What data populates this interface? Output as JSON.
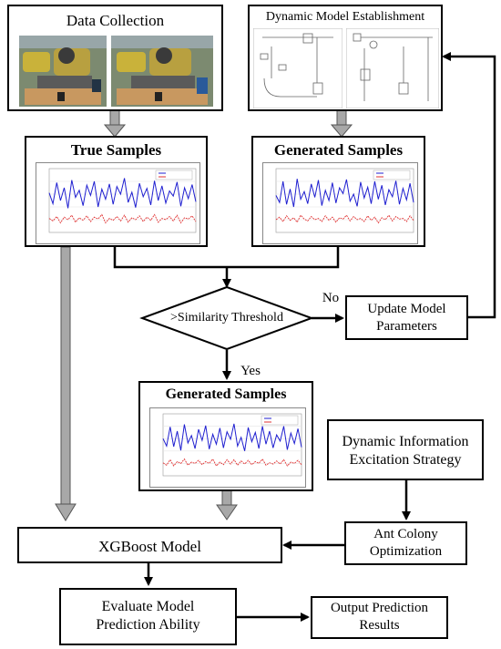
{
  "boxes": {
    "data_collection": "Data Collection",
    "dynamic_model": "Dynamic Model Establishment",
    "true_samples": "True Samples",
    "generated_samples_top": "Generated Samples",
    "update_model_line1": "Update Model",
    "update_model_line2": "Parameters",
    "generated_samples_mid": "Generated Samples",
    "dynamic_info_line1": "Dynamic Information",
    "dynamic_info_line2": "Excitation Strategy",
    "xgboost": "XGBoost Model",
    "ant_colony_line1": "Ant Colony",
    "ant_colony_line2": "Optimization",
    "evaluate_line1": "Evaluate Model",
    "evaluate_line2": "Prediction Ability",
    "output_line1": "Output Prediction",
    "output_line2": "Results"
  },
  "decision": {
    "label": ">Similarity Threshold",
    "no_label": "No",
    "yes_label": "Yes"
  },
  "colors": {
    "line": "#000000",
    "gray_arrow": "#a0a0a0",
    "series_blue": "#1f1fd0",
    "series_red": "#e03030"
  },
  "chart_data": [
    {
      "type": "line",
      "series": [
        {
          "values": [
            0.62,
            0.45,
            0.78,
            0.5,
            0.7,
            0.38,
            0.82,
            0.55,
            0.66,
            0.42,
            0.74,
            0.58,
            0.8,
            0.4,
            0.68,
            0.52,
            0.76,
            0.44,
            0.72,
            0.6,
            0.85,
            0.47,
            0.63,
            0.39,
            0.77,
            0.56,
            0.69,
            0.43,
            0.81,
            0.5,
            0.73,
            0.46,
            0.65,
            0.57,
            0.79,
            0.41,
            0.7,
            0.53,
            0.75,
            0.48
          ]
        },
        {
          "values": [
            0.22,
            0.18,
            0.25,
            0.15,
            0.24,
            0.2,
            0.27,
            0.16,
            0.23,
            0.19,
            0.26,
            0.17,
            0.24,
            0.21,
            0.28,
            0.15,
            0.22,
            0.19,
            0.25,
            0.18,
            0.27,
            0.16,
            0.23,
            0.2,
            0.26,
            0.17,
            0.24,
            0.19,
            0.28,
            0.16,
            0.22,
            0.2,
            0.25,
            0.18,
            0.27,
            0.15,
            0.23,
            0.21,
            0.26,
            0.17
          ]
        }
      ]
    },
    {
      "type": "line",
      "series": [
        {
          "values": [
            0.58,
            0.47,
            0.8,
            0.44,
            0.68,
            0.4,
            0.84,
            0.52,
            0.64,
            0.45,
            0.76,
            0.55,
            0.82,
            0.42,
            0.66,
            0.5,
            0.78,
            0.46,
            0.7,
            0.61,
            0.83,
            0.49,
            0.6,
            0.41,
            0.79,
            0.54,
            0.71,
            0.45,
            0.8,
            0.52,
            0.74,
            0.43,
            0.67,
            0.56,
            0.81,
            0.44,
            0.69,
            0.51,
            0.77,
            0.47
          ]
        },
        {
          "values": [
            0.2,
            0.24,
            0.17,
            0.26,
            0.19,
            0.23,
            0.16,
            0.27,
            0.21,
            0.18,
            0.25,
            0.2,
            0.22,
            0.17,
            0.26,
            0.19,
            0.24,
            0.16,
            0.23,
            0.21,
            0.27,
            0.18,
            0.25,
            0.2,
            0.22,
            0.17,
            0.26,
            0.19,
            0.24,
            0.15,
            0.23,
            0.2,
            0.27,
            0.18,
            0.25,
            0.21,
            0.22,
            0.17,
            0.26,
            0.19
          ]
        }
      ]
    },
    {
      "type": "line",
      "series": [
        {
          "values": [
            0.6,
            0.48,
            0.79,
            0.47,
            0.72,
            0.41,
            0.83,
            0.53,
            0.65,
            0.44,
            0.75,
            0.57,
            0.81,
            0.43,
            0.67,
            0.51,
            0.77,
            0.45,
            0.71,
            0.59,
            0.84,
            0.48,
            0.62,
            0.4,
            0.78,
            0.55,
            0.7,
            0.44,
            0.8,
            0.51,
            0.72,
            0.45,
            0.66,
            0.56,
            0.8,
            0.42,
            0.69,
            0.52,
            0.76,
            0.46
          ]
        },
        {
          "values": [
            0.21,
            0.17,
            0.26,
            0.16,
            0.23,
            0.2,
            0.27,
            0.17,
            0.22,
            0.2,
            0.25,
            0.18,
            0.23,
            0.2,
            0.27,
            0.16,
            0.22,
            0.18,
            0.26,
            0.19,
            0.26,
            0.17,
            0.24,
            0.19,
            0.25,
            0.18,
            0.23,
            0.2,
            0.27,
            0.17,
            0.21,
            0.19,
            0.24,
            0.19,
            0.26,
            0.16,
            0.22,
            0.2,
            0.25,
            0.18
          ]
        }
      ]
    }
  ]
}
